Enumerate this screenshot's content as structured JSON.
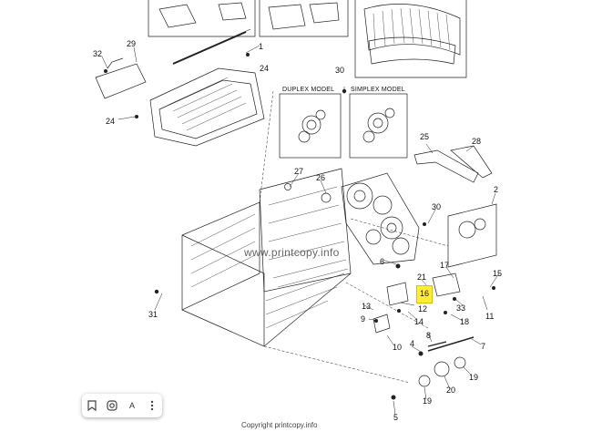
{
  "diagram": {
    "watermark": "www.printcopy.info",
    "models": [
      "DUPLEX MODEL",
      "SIMPLEX MODEL"
    ],
    "callouts": [
      "1",
      "2",
      "4",
      "5",
      "6",
      "7",
      "8",
      "9",
      "10",
      "11",
      "12",
      "13",
      "14",
      "15",
      "17",
      "18",
      "19",
      "19",
      "20",
      "21",
      "24",
      "24",
      "25",
      "26",
      "27",
      "28",
      "29",
      "30",
      "30",
      "31",
      "32",
      "33"
    ],
    "highlighted_callout": "16",
    "bottom_caption": "Copyright printcopy.info"
  },
  "toolbar": {
    "bookmark_icon": "bookmark-icon",
    "lens_icon": "lens-icon",
    "translate_label": "A",
    "more_icon": "more-vert-icon"
  }
}
